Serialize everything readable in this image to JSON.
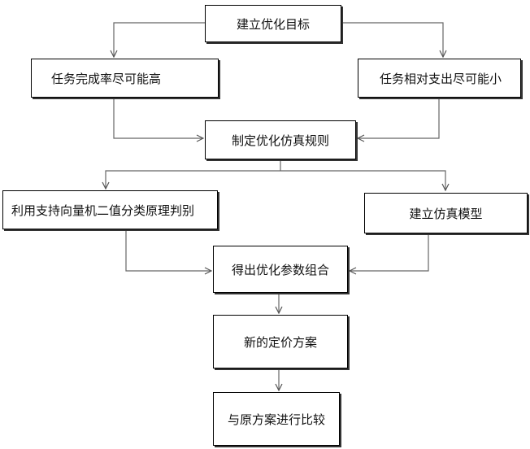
{
  "flowchart": {
    "nodes": {
      "goal": "建立优化目标",
      "completion": "任务完成率尽可能高",
      "cost": "任务相对支出尽可能小",
      "rules": "制定优化仿真规则",
      "svm": "利用支持向量机二值分类原理判别",
      "model": "建立仿真模型",
      "params": "得出优化参数组合",
      "pricing": "新的定价方案",
      "compare": "与原方案进行比较"
    }
  }
}
